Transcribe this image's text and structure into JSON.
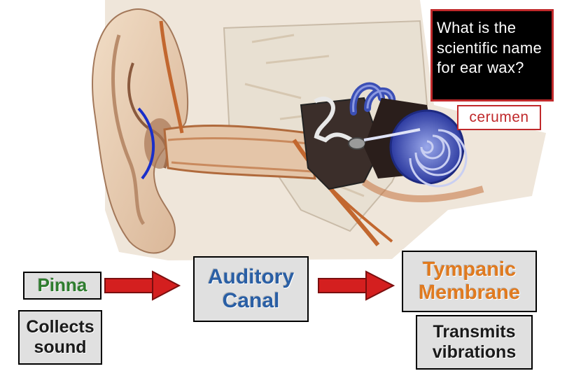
{
  "question": "What is the scientific name for ear wax?",
  "answer": "cerumen",
  "labels": {
    "pinna": "Pinna",
    "pinna_function": "Collects sound",
    "canal": "Auditory Canal",
    "tympanic": "Tympanic Membrane",
    "tympanic_function": "Transmits vibrations"
  },
  "colors": {
    "question_bg": "#000000",
    "border_red": "#c0292b",
    "pinna_green": "#2e7d2e",
    "canal_blue": "#2a5fa5",
    "tympanic_orange": "#e07a1f",
    "arrow_red": "#d41f1f",
    "cochlea_blue": "#3b4fb5"
  }
}
